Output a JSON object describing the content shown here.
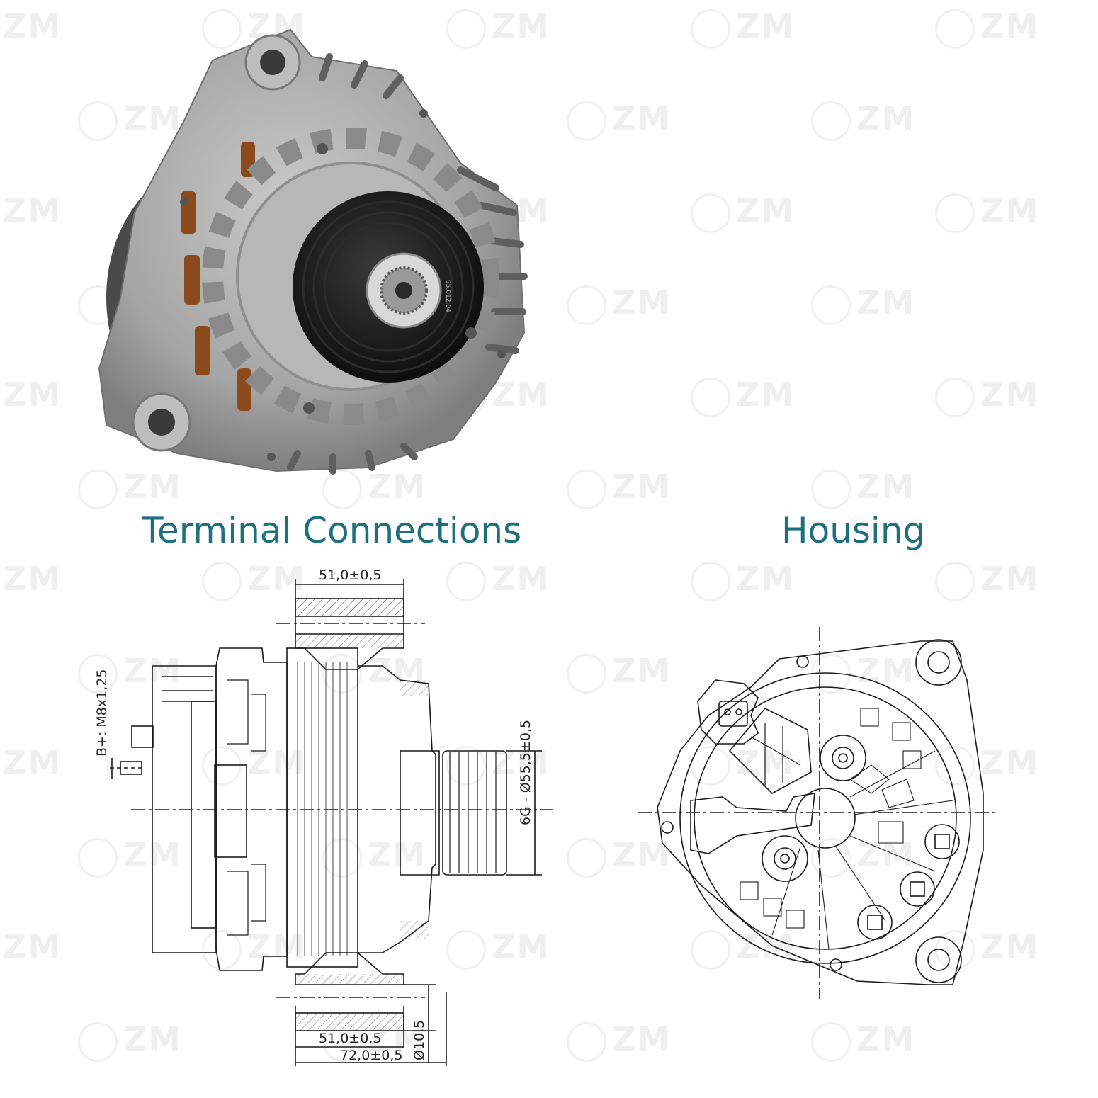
{
  "watermark": "ZM",
  "headings": {
    "terminal": "Terminal Connections",
    "housing": "Housing"
  },
  "photo": {
    "pulley_marking": "95.012.04"
  },
  "dimensions": {
    "top_width": "51,0±0,5",
    "bottom_width": "51,0±0,5",
    "overall_length": "72,0±0,5",
    "mount_hole": "Ø10,5",
    "pulley": "6G - Ø55,5±0,5",
    "terminal": "B+: M8x1,25"
  },
  "colors": {
    "heading": "#1e6f80",
    "housing_metal": "#a8a8a8",
    "pulley": "#1a1a1a",
    "copper": "#8a4a1c"
  }
}
